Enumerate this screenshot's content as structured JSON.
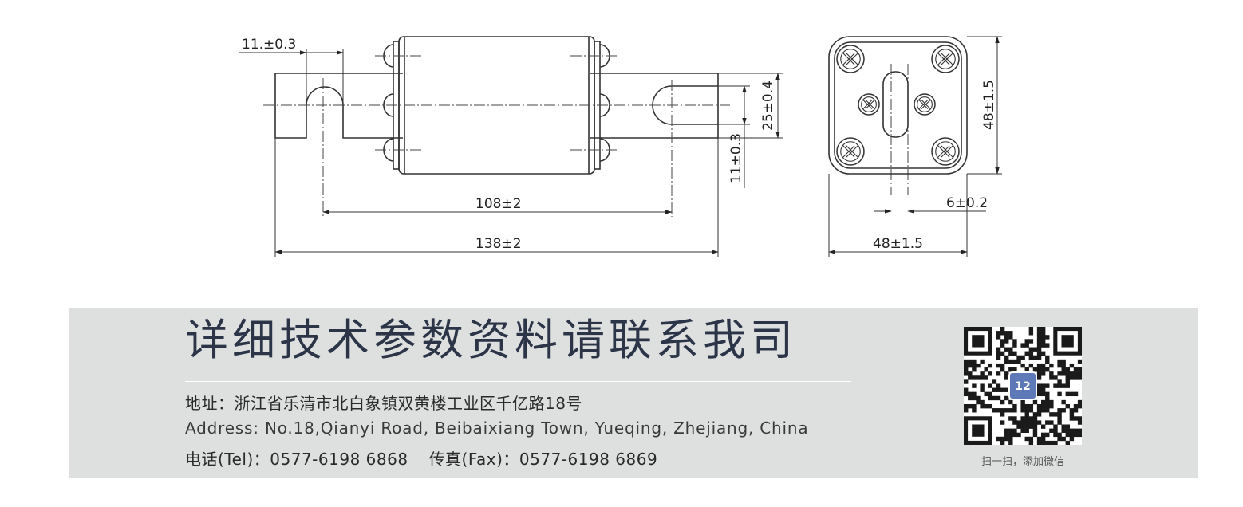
{
  "dimensions": {
    "slot_offset": "11.±0.3",
    "height_25": "25±0.4",
    "blade_thickness": "11±0.3",
    "slot_spacing": "108±2",
    "overall_length": "138±2",
    "body_height": "48±1.5",
    "slot_width": "6±0.2",
    "body_width": "48±1.5"
  },
  "contact": {
    "headline": "详细技术参数资料请联系我司",
    "address_cn": "地址：浙江省乐清市北白象镇双黄楼工业区千亿路18号",
    "address_en": "Address: No.18,Qianyi Road, Beibaixiang Town, Yueqing, Zhejiang, China",
    "tel": "电话(Tel)：0577-6198 6868",
    "fax": "传真(Fax)：0577-6198 6869",
    "qr_caption": "扫一扫，添加微信",
    "qr_badge_number": "12"
  },
  "colors": {
    "panel_bg": "#dde0df",
    "headline": "#2c3448",
    "line": "#333333",
    "qr_dark": "#1a1a1a"
  }
}
